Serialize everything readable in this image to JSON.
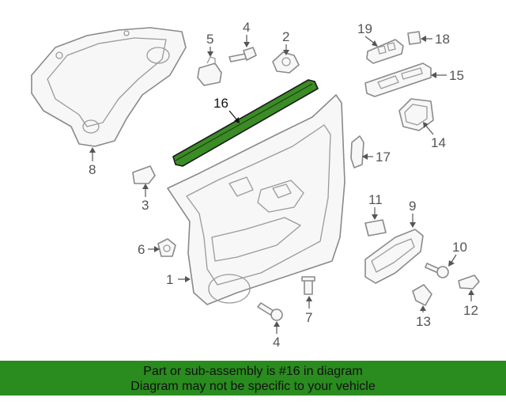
{
  "highlight_color": "#3a8c24",
  "banner_color": "#2a8b1f",
  "callouts": {
    "c1": "1",
    "c2": "2",
    "c3": "3",
    "c4a": "4",
    "c4b": "4",
    "c5": "5",
    "c6": "6",
    "c7": "7",
    "c8": "8",
    "c9": "9",
    "c10": "10",
    "c11": "11",
    "c12": "12",
    "c13": "13",
    "c14": "14",
    "c15": "15",
    "c16": "16",
    "c17": "17",
    "c18": "18",
    "c19": "19"
  },
  "banner": {
    "line1": "Part or sub-assembly is #16 in diagram",
    "line2": "Diagram may not be specific to your vehicle"
  }
}
